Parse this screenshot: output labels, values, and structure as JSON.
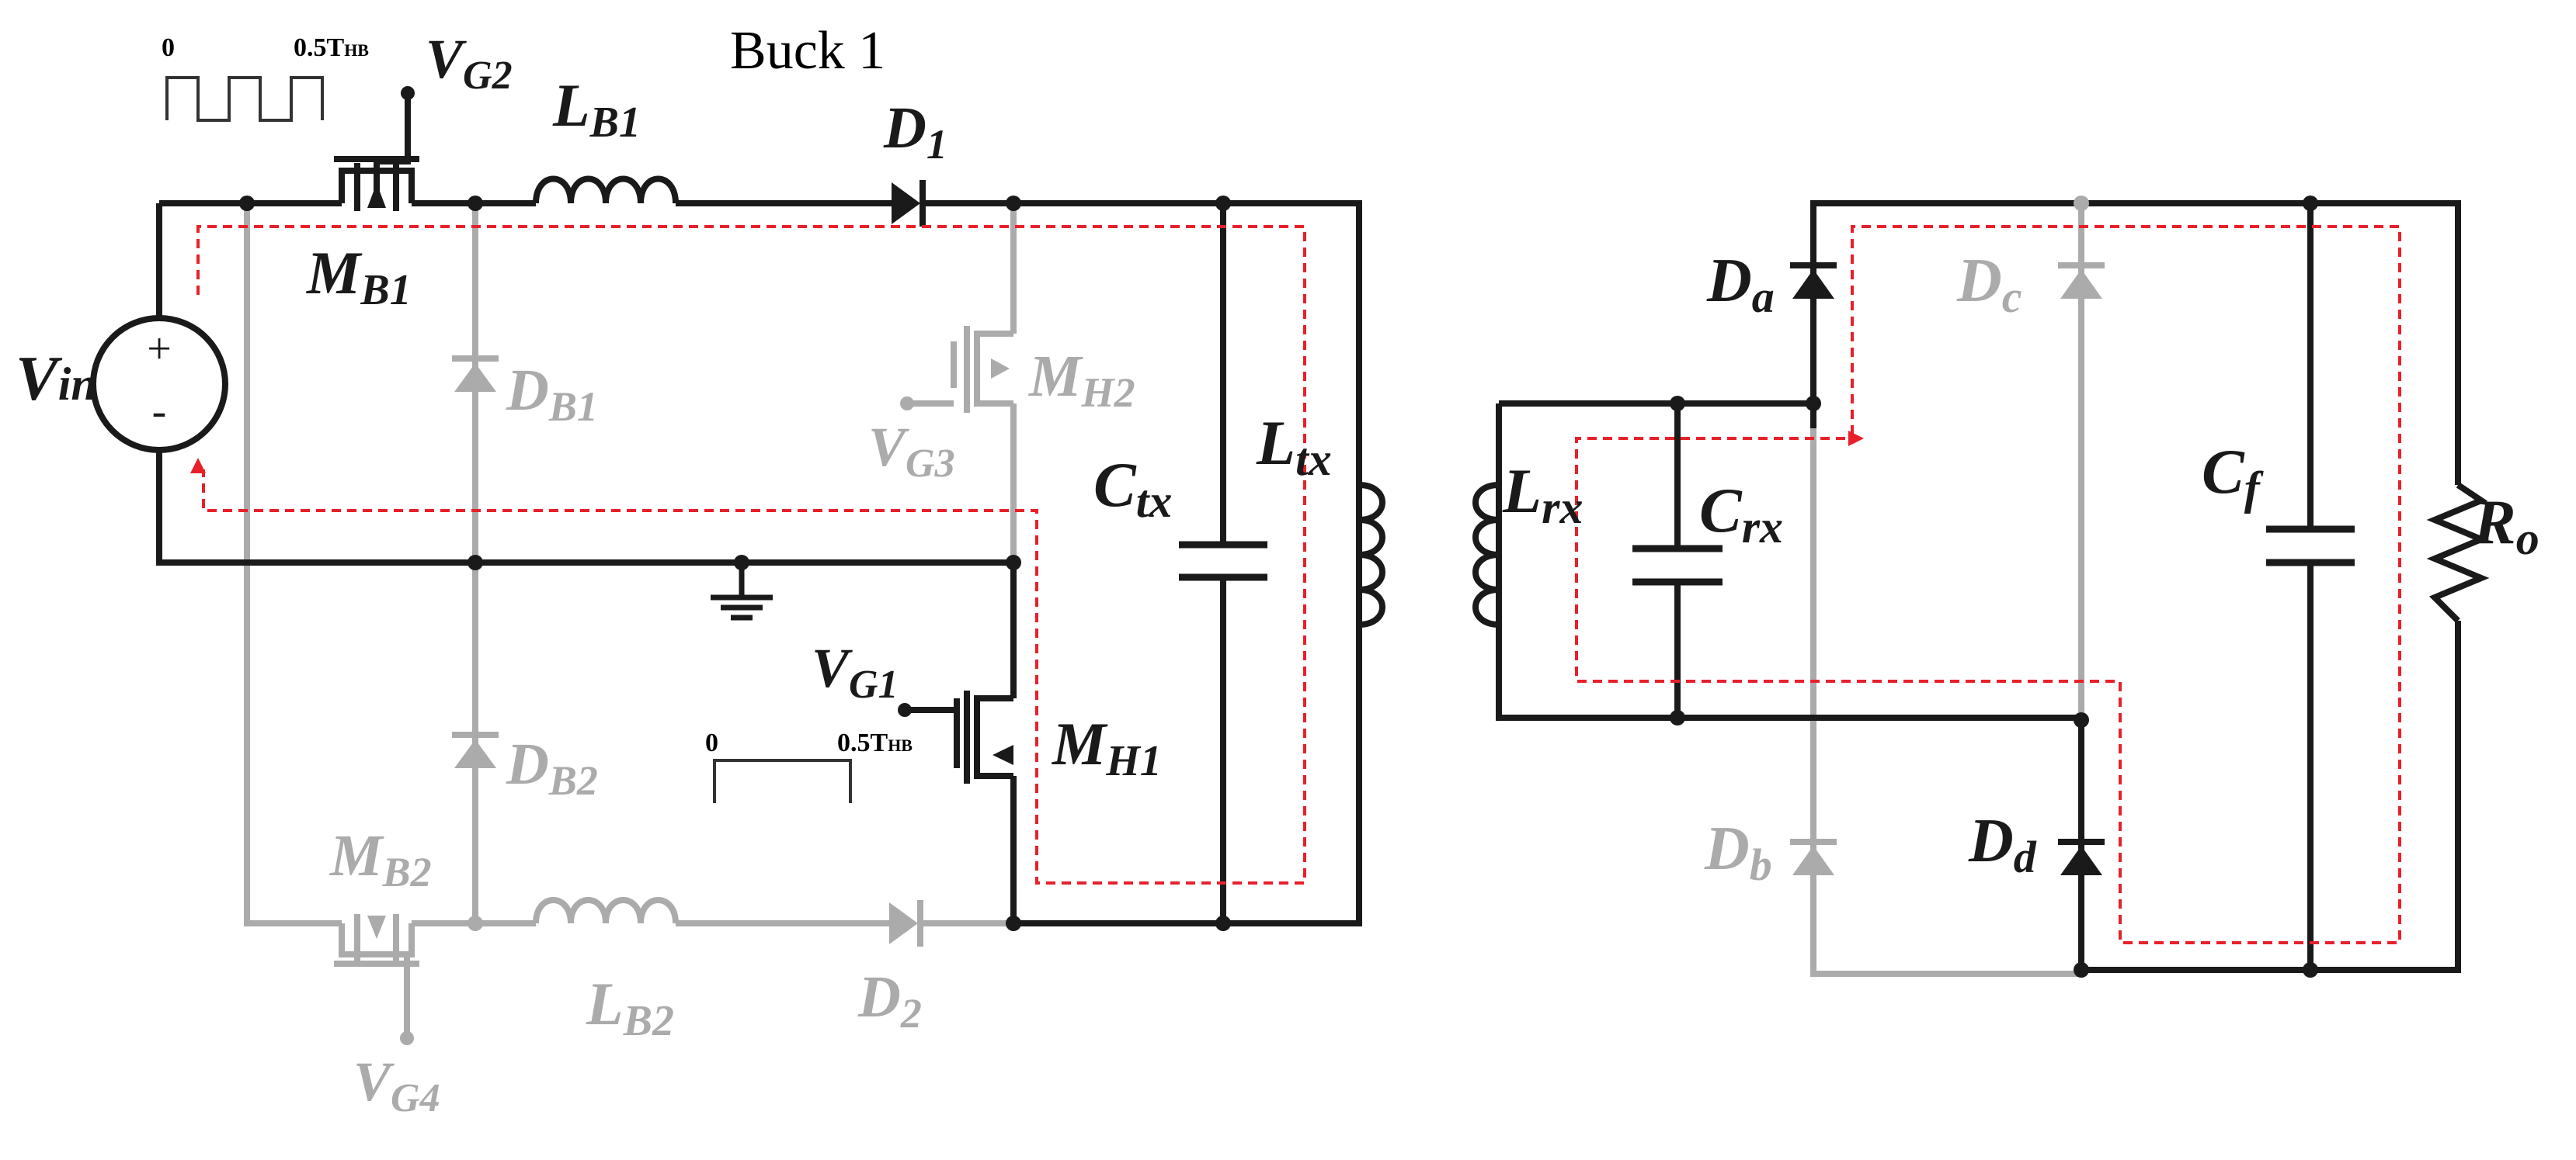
{
  "colors": {
    "active": "#1a1a1a",
    "inactive": "#ababab",
    "current_path": "#e8202a",
    "background": "#ffffff"
  },
  "title": "Buck 1",
  "labels": {
    "vin": {
      "main": "V",
      "sub": "in"
    },
    "vin_plus": "+",
    "vin_minus": "-",
    "vg2": {
      "main": "V",
      "sub": "G2"
    },
    "vg1": {
      "main": "V",
      "sub": "G1"
    },
    "vg3": {
      "main": "V",
      "sub": "G3"
    },
    "vg4": {
      "main": "V",
      "sub": "G4"
    },
    "lb1": {
      "main": "L",
      "sub": "B1"
    },
    "lb2": {
      "main": "L",
      "sub": "B2"
    },
    "d1": {
      "main": "D",
      "sub": "1"
    },
    "d2": {
      "main": "D",
      "sub": "2"
    },
    "mb1": {
      "main": "M",
      "sub": "B1"
    },
    "mb2": {
      "main": "M",
      "sub": "B2"
    },
    "db1": {
      "main": "D",
      "sub": "B1"
    },
    "db2": {
      "main": "D",
      "sub": "B2"
    },
    "mh1": {
      "main": "M",
      "sub": "H1"
    },
    "mh2": {
      "main": "M",
      "sub": "H2"
    },
    "ctx": {
      "main": "C",
      "sub": "tx"
    },
    "ltx": {
      "main": "L",
      "sub": "tx"
    },
    "lrx": {
      "main": "L",
      "sub": "rx"
    },
    "crx": {
      "main": "C",
      "sub": "rx"
    },
    "cf": {
      "main": "C",
      "sub": "f"
    },
    "ro": {
      "main": "R",
      "sub": "o"
    },
    "da": {
      "main": "D",
      "sub": "a"
    },
    "db": {
      "main": "D",
      "sub": "b"
    },
    "dc": {
      "main": "D",
      "sub": "c"
    },
    "dd": {
      "main": "D",
      "sub": "d"
    }
  },
  "waveforms": {
    "top": {
      "start": "0",
      "end_main": "0.5T",
      "end_sub": "HB"
    },
    "bottom": {
      "start": "0",
      "end_main": "0.5T",
      "end_sub": "HB"
    }
  }
}
